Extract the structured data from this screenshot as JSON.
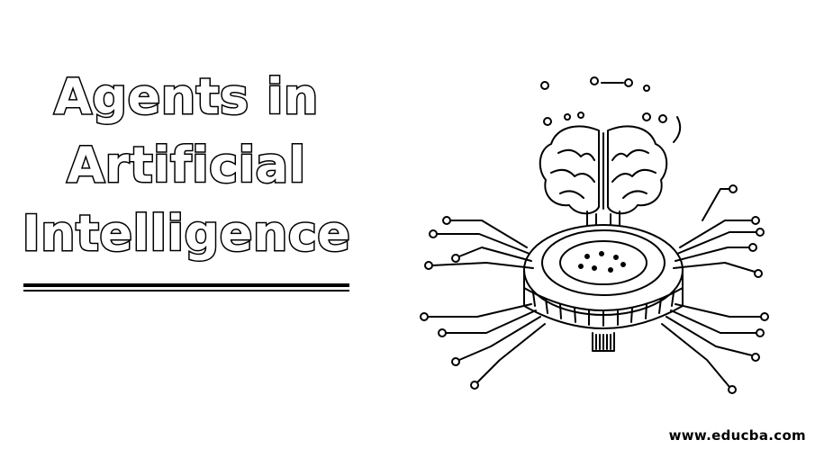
{
  "title": {
    "line1": "Agents in",
    "line2": "Artificial",
    "line3": "Intelligence"
  },
  "illustration": {
    "icon": "ai-brain-chip-icon"
  },
  "watermark": {
    "text": "www.educba.com"
  }
}
